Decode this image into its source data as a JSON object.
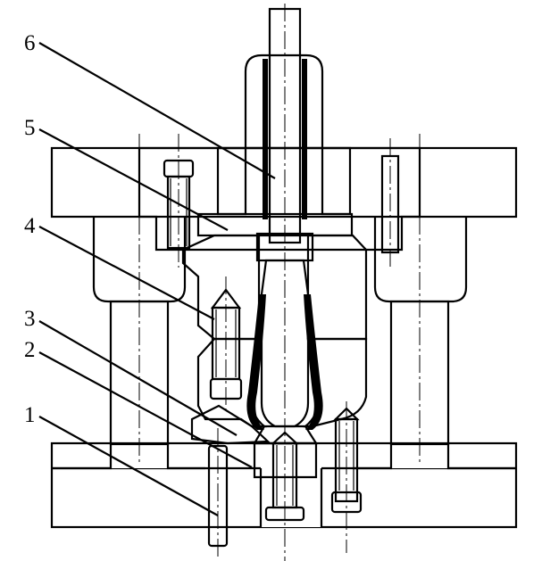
{
  "callouts": [
    {
      "label": "1"
    },
    {
      "label": "2"
    },
    {
      "label": "3"
    },
    {
      "label": "4"
    },
    {
      "label": "5"
    },
    {
      "label": "6"
    }
  ],
  "colors": {
    "line": "#000000",
    "background": "#ffffff"
  }
}
